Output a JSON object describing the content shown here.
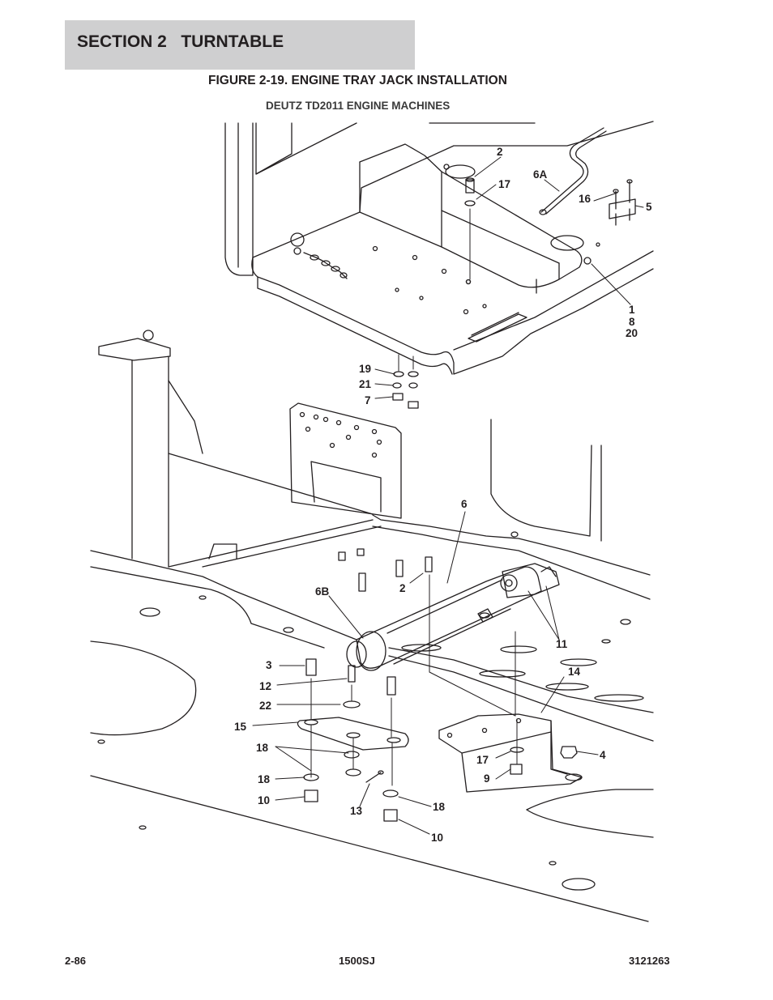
{
  "header": {
    "section_title": "SECTION 2   TURNTABLE",
    "figure_title": "FIGURE 2-19. ENGINE TRAY JACK INSTALLATION",
    "figure_subtitle": "DEUTZ TD2011 ENGINE MACHINES"
  },
  "callouts": {
    "c_2_top": "2",
    "c_17_top": "17",
    "c_6a": "6A",
    "c_16": "16",
    "c_5": "5",
    "c_1": "1",
    "c_8": "8",
    "c_20": "20",
    "c_19": "19",
    "c_21": "21",
    "c_7": "7",
    "c_6": "6",
    "c_6b": "6B",
    "c_2_mid": "2",
    "c_11": "11",
    "c_14": "14",
    "c_3": "3",
    "c_12": "12",
    "c_22": "22",
    "c_15": "15",
    "c_18_a": "18",
    "c_18_b": "18",
    "c_10_a": "10",
    "c_13": "13",
    "c_18_c": "18",
    "c_10_b": "10",
    "c_17_bot": "17",
    "c_9": "9",
    "c_4": "4"
  },
  "footer": {
    "page_number": "2-86",
    "model": "1500SJ",
    "manual_number": "3121263"
  },
  "colors": {
    "header_bar": "#cfcfd0",
    "line": "#231f20"
  }
}
